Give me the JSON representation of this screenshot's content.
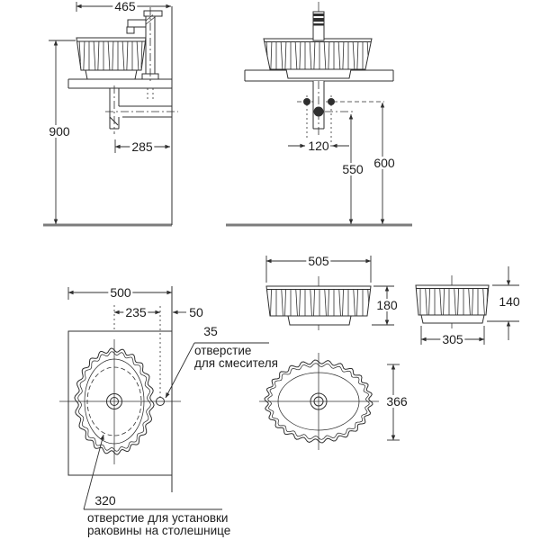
{
  "views": {
    "side": {
      "overall_width": "465",
      "mount_height": "900",
      "drain_offset": "285"
    },
    "front": {
      "supply_spacing": "120",
      "drain_height": "550",
      "supply_height": "600"
    },
    "basin_front_large": {
      "width": "505",
      "height": "180"
    },
    "basin_front_small": {
      "bottom_width": "305",
      "height": "140"
    },
    "top_plan": {
      "counter_width": "500",
      "faucet_offset": "235",
      "faucet_edge_offset": "50",
      "faucet_hole_dia": "35",
      "cutout_dia": "320",
      "faucet_hole_note": [
        "отверстие",
        "для смесителя"
      ],
      "cutout_note": [
        "отверстие для установки",
        "раковины на столешнице"
      ]
    },
    "basin_plan": {
      "depth": "366"
    }
  },
  "colors": {
    "line": "#2f2f2f",
    "floor": "#7c7c7c",
    "text": "#1d1d1d",
    "background": "#ffffff"
  }
}
